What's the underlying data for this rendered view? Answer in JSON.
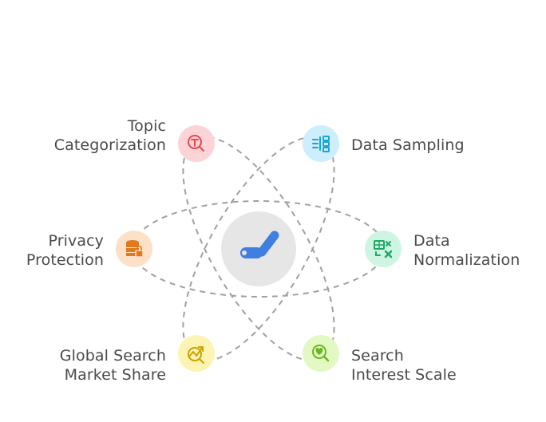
{
  "diagram": {
    "center": {
      "icon": "hand-stamp-icon"
    },
    "nodes": [
      {
        "id": "topic",
        "lines": [
          "Topic",
          "Categorization"
        ],
        "icon": "topic-search-icon",
        "fill": "#fcd3d6",
        "stroke": "#e5484d"
      },
      {
        "id": "sampling",
        "lines": [
          "Data Sampling"
        ],
        "icon": "data-sampling-icon",
        "fill": "#cdeefc",
        "stroke": "#1ba3d6"
      },
      {
        "id": "privacy",
        "lines": [
          "Privacy",
          "Protection"
        ],
        "icon": "database-lock-icon",
        "fill": "#fde0c8",
        "stroke": "#e07a1f"
      },
      {
        "id": "normalization",
        "lines": [
          "Data",
          "Normalization"
        ],
        "icon": "table-transform-icon",
        "fill": "#cdf5e2",
        "stroke": "#1fa866"
      },
      {
        "id": "market",
        "lines": [
          "Global Search",
          "Market Share"
        ],
        "icon": "trend-chart-icon",
        "fill": "#fdf4b4",
        "stroke": "#c9a400"
      },
      {
        "id": "interest",
        "lines": [
          "Search",
          "Interest Scale"
        ],
        "icon": "heart-search-icon",
        "fill": "#e3f8c2",
        "stroke": "#69b822"
      }
    ],
    "colors": {
      "orbit": "#a0a0a0",
      "center_fill": "#e6e6e6",
      "center_icon": "#3f7fe0"
    }
  }
}
